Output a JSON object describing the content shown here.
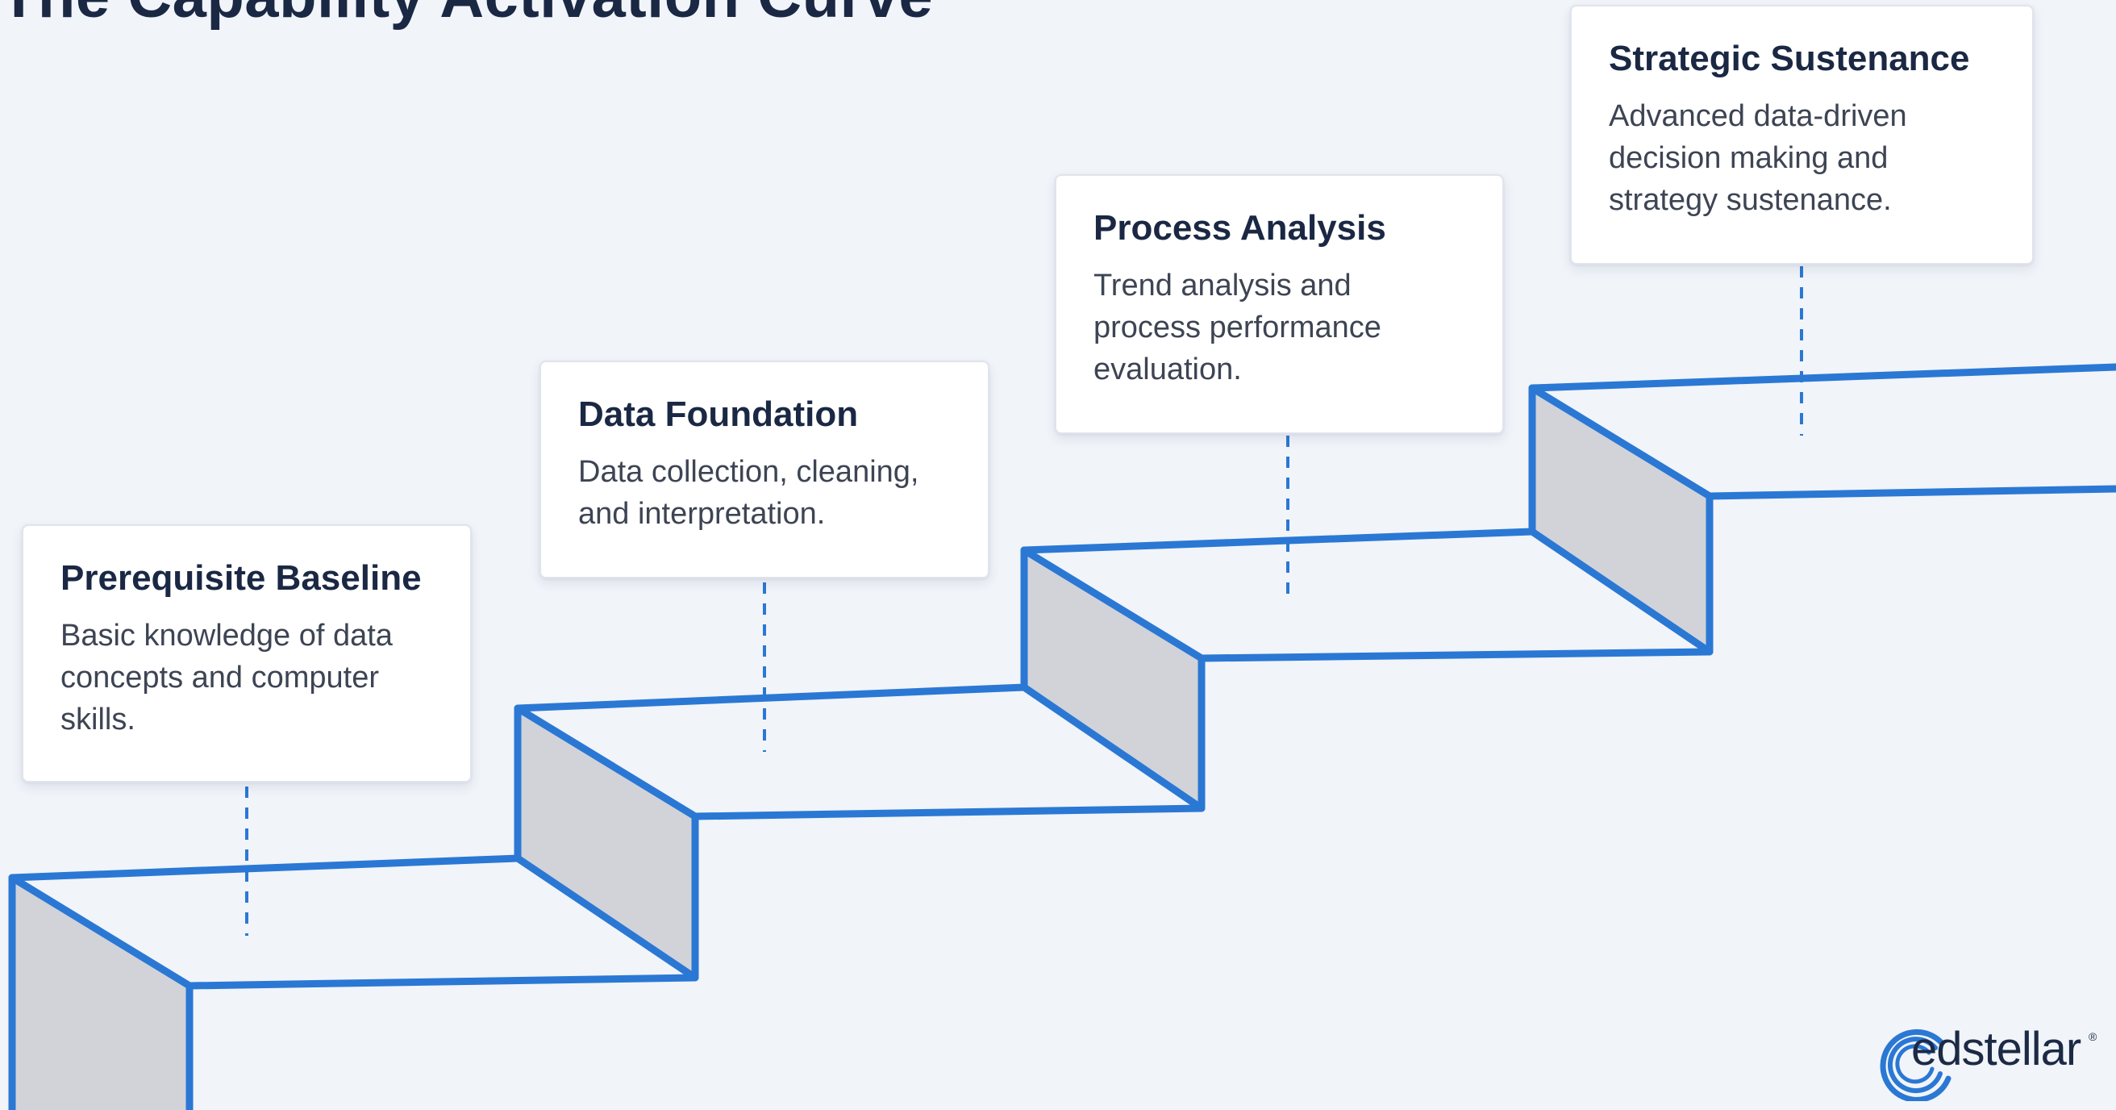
{
  "title": "The Capability Activation Curve",
  "colors": {
    "accent": "#2a78d4",
    "riser_fill": "#d1d3d9",
    "background": "#f1f4f9",
    "card_title": "#1a2844",
    "card_text": "#3d4453"
  },
  "stages": [
    {
      "title": "Prerequisite Baseline",
      "description": "Basic knowledge of data concepts and computer skills."
    },
    {
      "title": "Data Foundation",
      "description": "Data collection, cleaning, and interpretation."
    },
    {
      "title": "Process Analysis",
      "description": "Trend analysis and process performance evaluation."
    },
    {
      "title": "Strategic Sustenance",
      "description": "Advanced data-driven decision making and strategy sustenance."
    }
  ],
  "brand": {
    "name": "edstellar",
    "icon": "edstellar-logo-icon"
  }
}
